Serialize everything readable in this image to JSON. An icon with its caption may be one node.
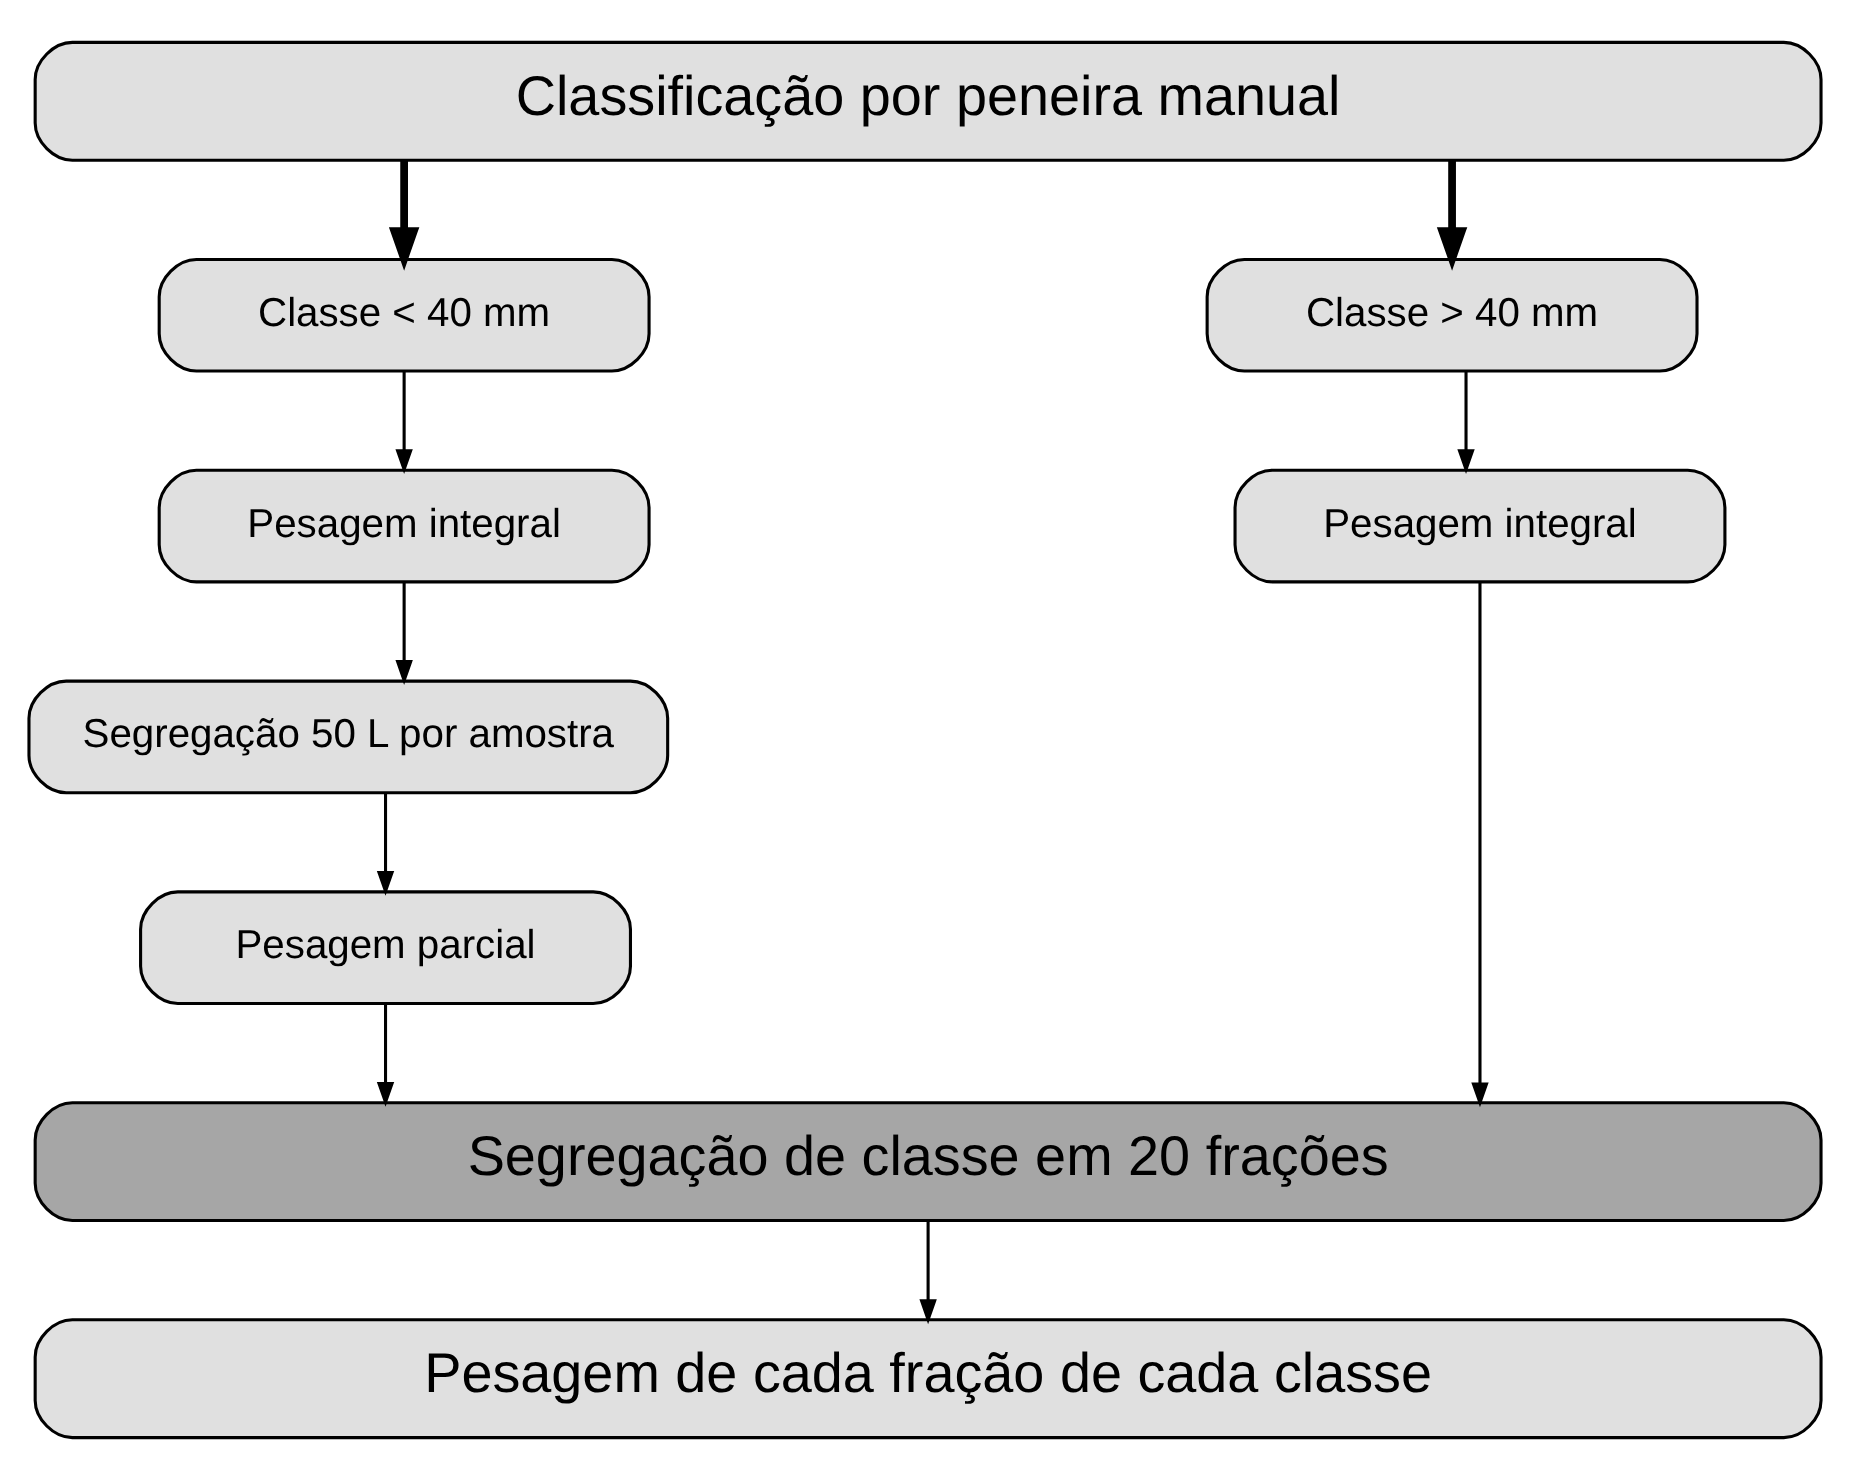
{
  "diagram": {
    "nodes": [
      {
        "text": [
          "Classificação por peneira manual"
        ]
      },
      {
        "text": [
          "Classe < 40 mm"
        ]
      },
      {
        "text": [
          "Classe > 40 mm"
        ]
      },
      {
        "text": [
          "Pesagem integral"
        ]
      },
      {
        "text": [
          "Pesagem integral"
        ]
      },
      {
        "text": [
          "Segregação 50 L por amostra"
        ]
      },
      {
        "text": [
          "Pesagem parcial"
        ]
      },
      {
        "text": [
          "Segregação de classe em 20 frações"
        ]
      },
      {
        "text": [
          "Pesagem de cada fração de cada classe"
        ]
      }
    ],
    "edges": [
      {
        "from": 0,
        "to": 1,
        "arrow": "to",
        "style": "thick"
      },
      {
        "from": 0,
        "to": 2,
        "arrow": "to",
        "style": "thick"
      },
      {
        "from": 1,
        "to": 3,
        "arrow": "to"
      },
      {
        "from": 2,
        "to": 4,
        "arrow": "to"
      },
      {
        "from": 3,
        "to": 5,
        "arrow": "to"
      },
      {
        "from": 5,
        "to": 6,
        "arrow": "to"
      },
      {
        "from": 6,
        "to": 7,
        "arrow": "to"
      },
      {
        "from": 4,
        "to": 7,
        "arrow": "to"
      },
      {
        "from": 7,
        "to": 8,
        "arrow": "to"
      }
    ]
  }
}
